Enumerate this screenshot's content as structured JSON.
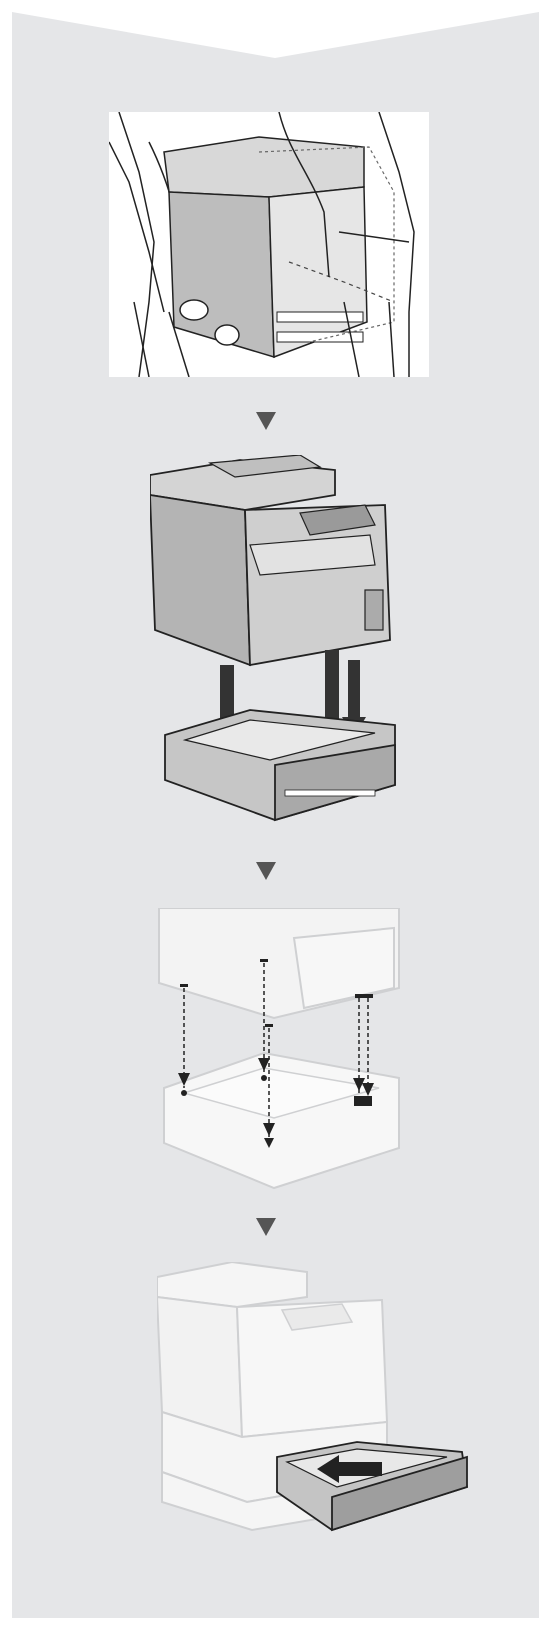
{
  "steps": [
    {
      "illustration": "two-people-carrying-printer"
    },
    {
      "illustration": "printer-lowered-onto-paper-feeder"
    },
    {
      "illustration": "alignment-pins-guide"
    },
    {
      "illustration": "insert-paper-drawer"
    }
  ],
  "arrow_icon": "down-triangle-icon",
  "colors": {
    "background": "#e5e6e8",
    "arrow": "#555555",
    "line": "#222222",
    "ghost": "#cfd0d2"
  }
}
